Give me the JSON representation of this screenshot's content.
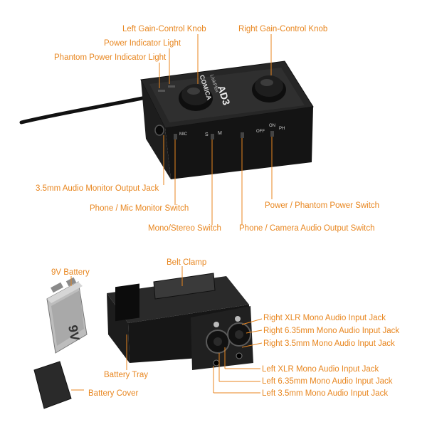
{
  "top_device": {
    "brand_label": "COMICA",
    "model_label": "LinkFlex",
    "series_label": "AD3",
    "switch_marks": {
      "mic": "MIC",
      "stereo_s": "S",
      "stereo_m": "M",
      "off": "OFF",
      "on": "ON",
      "ph": "PH"
    }
  },
  "top_labels": {
    "left_gain_knob": "Left Gain-Control Knob",
    "right_gain_knob": "Right Gain-Control Knob",
    "power_light": "Power Indicator Light",
    "phantom_light": "Phantom Power Indicator Light",
    "monitor_jack": "3.5mm Audio Monitor Output Jack",
    "phone_mic_switch": "Phone / Mic Monitor Switch",
    "mono_stereo_switch": "Mono/Stereo Switch",
    "phone_camera_switch": "Phone / Camera Audio Output Switch",
    "power_phantom_switch": "Power / Phantom Power Switch"
  },
  "bottom_labels": {
    "battery_9v": "9V Battery",
    "belt_clamp": "Belt Clamp",
    "battery_tray": "Battery Tray",
    "battery_cover": "Battery Cover",
    "right_xlr": "Right XLR Mono Audio Input Jack",
    "right_635": "Right 6.35mm Mono Audio Input Jack",
    "right_35": "Right   3.5mm Mono Audio Input Jack",
    "left_xlr": "Left XLR Mono Audio Input Jack",
    "left_635": "Left 6.35mm Mono Audio Input Jack",
    "left_35": "Left   3.5mm Mono Audio Input Jack"
  },
  "battery": {
    "label": "9V"
  },
  "colors": {
    "label": "#e8861f",
    "device_body": "#1a1a1a",
    "device_top": "#2a2a2a",
    "battery": "#b8b8b8"
  }
}
